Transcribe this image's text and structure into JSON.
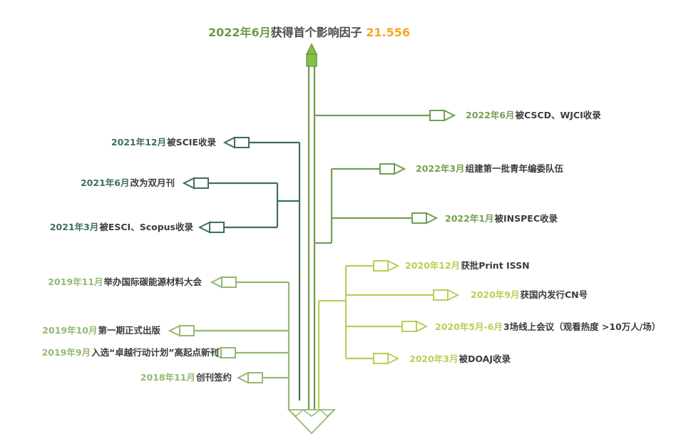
{
  "colors": {
    "dark": "#3f6e5a",
    "mid": "#729f51",
    "light": "#93b973",
    "yellow": "#b7cf58",
    "trunk": "#6f9a4a",
    "highlight": "#f5a623",
    "text": "#3c3c3c"
  },
  "title": {
    "date": "2022年6月",
    "text": "获得首个影响因子 ",
    "value": "21.556"
  },
  "events": [
    {
      "id": "e1",
      "date": "2022年6月",
      "text": "被CSCD、WJCI收录"
    },
    {
      "id": "e2",
      "date": "2021年12月",
      "text": "被SCIE收录"
    },
    {
      "id": "e3",
      "date": "2022年3月",
      "text": "组建第一批青年编委队伍"
    },
    {
      "id": "e4",
      "date": "2021年6月",
      "text": "改为双月刊"
    },
    {
      "id": "e5",
      "date": "2022年1月",
      "text": "被INSPEC收录"
    },
    {
      "id": "e6",
      "date": "2021年3月",
      "text": "被ESCI、Scopus收录"
    },
    {
      "id": "e7",
      "date": "2020年12月",
      "text": "获批Print ISSN"
    },
    {
      "id": "e8",
      "date": "2019年11月",
      "text": "举办国际碳能源材料大会"
    },
    {
      "id": "e9",
      "date": "2020年9月",
      "text": "获国内发行CN号"
    },
    {
      "id": "e10",
      "date": "2019年10月",
      "text": "第一期正式出版"
    },
    {
      "id": "e11",
      "date": "2020年5月-6月",
      "text": "3场线上会议（观看热度 >10万人/场）"
    },
    {
      "id": "e12",
      "date": "2019年9月",
      "text": "入选“卓越行动计划”高起点新刊"
    },
    {
      "id": "e13",
      "date": "2020年3月",
      "text": "被DOAJ收录"
    },
    {
      "id": "e14",
      "date": "2018年11月",
      "text": "创刊签约"
    }
  ]
}
